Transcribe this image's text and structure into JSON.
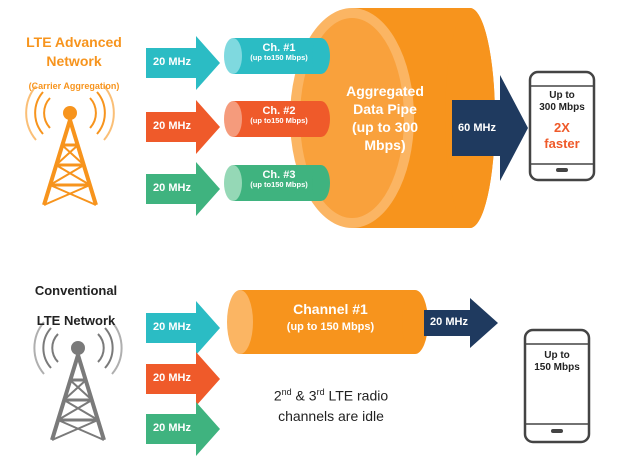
{
  "colors": {
    "lte_orange": "#f7941d",
    "teal": "#2bbcc4",
    "red_orange": "#ef5a2a",
    "green": "#3fb37f",
    "navy": "#1f3a5f",
    "gray_tower": "#7a7a7a",
    "pipe_orange": "#f7941d"
  },
  "advanced": {
    "title_line1": "LTE Advanced",
    "title_line2": "Network",
    "subtitle": "(Carrier Aggregation)",
    "inputs": [
      {
        "bandwidth": "20 MHz",
        "channel": "Ch. #1",
        "capacity": "(up to150 Mbps)",
        "color": "#2bbcc4"
      },
      {
        "bandwidth": "20 MHz",
        "channel": "Ch. #2",
        "capacity": "(up to150 Mbps)",
        "color": "#ef5a2a"
      },
      {
        "bandwidth": "20 MHz",
        "channel": "Ch. #3",
        "capacity": "(up to150 Mbps)",
        "color": "#3fb37f"
      }
    ],
    "pipe_line1": "Aggregated",
    "pipe_line2": "Data Pipe",
    "pipe_line3": "(up to 300",
    "pipe_line4": "Mbps)",
    "output_bandwidth": "60 MHz",
    "phone_line1": "Up to",
    "phone_line2": "300 Mbps",
    "phone_line3": "2X",
    "phone_line4": "faster"
  },
  "conventional": {
    "title_line1": "Conventional",
    "title_line2": "LTE Network",
    "inputs": [
      {
        "bandwidth": "20 MHz",
        "color": "#2bbcc4"
      },
      {
        "bandwidth": "20 MHz",
        "color": "#ef5a2a"
      },
      {
        "bandwidth": "20 MHz",
        "color": "#3fb37f"
      }
    ],
    "channel_line1": "Channel #1",
    "channel_line2": "(up to 150 Mbps)",
    "output_bandwidth": "20 MHz",
    "idle_line1_a": "2",
    "idle_line1_sup": "nd",
    "idle_line1_b": " & 3",
    "idle_line1_sup2": "rd",
    "idle_line1_c": " LTE radio",
    "idle_line2": "channels are idle",
    "phone_line1": "Up to",
    "phone_line2": "150 Mbps"
  }
}
